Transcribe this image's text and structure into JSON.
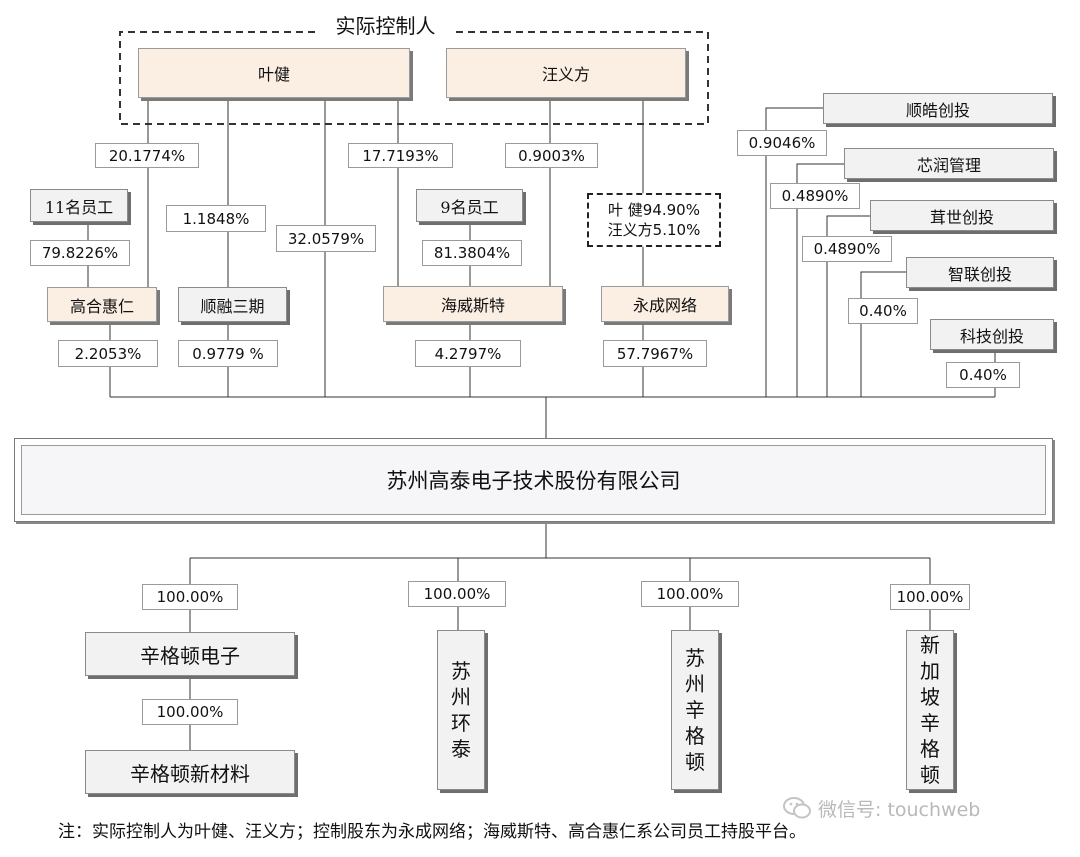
{
  "title": "实际控制人",
  "controllers": {
    "ye_jian": "叶健",
    "wang_yifang": "汪义方"
  },
  "shareholders": {
    "eleven_staff": "11名员工",
    "nine_staff": "9名员工",
    "gaohe": "高合惠仁",
    "shunrong": "顺融三期",
    "haiweisite": "海威斯特",
    "yongcheng": "永成网络",
    "yongcheng_holders": [
      "叶 健94.90%",
      "汪义方5.10%"
    ],
    "shunhao": "顺皓创投",
    "xinrun": "芯润管理",
    "qianshi": "茸世创投",
    "zhilian": "智联创投",
    "keji": "科技创投"
  },
  "percentages": {
    "ye_gaohe": "20.1774%",
    "ye_shunrong": "1.1848%",
    "ye_company": "32.0579%",
    "ye_haiwei": "17.7193%",
    "wang_haiwei": "0.9003%",
    "staff11_gaohe": "79.8226%",
    "staff9_haiwei": "81.3804%",
    "gaohe_company": "2.2053%",
    "shunrong_company": "0.9779 %",
    "haiwei_company": "4.2797%",
    "yongcheng_company": "57.7967%",
    "shunhao_company": "0.9046%",
    "xinrun_company": "0.4890%",
    "qianshi_company": "0.4890%",
    "zhilian_company": "0.40%",
    "keji_company": "0.40%"
  },
  "company": "苏州高泰电子技术股份有限公司",
  "subsidiaries": {
    "xingedun": {
      "name": "辛格顿电子",
      "pct": "100.00%"
    },
    "xingedun_material": {
      "name": "辛格顿新材料",
      "pct": "100.00%"
    },
    "suzhou_huantai": {
      "chars": [
        "苏",
        "州",
        "环",
        "泰"
      ],
      "pct": "100.00%"
    },
    "suzhou_xingedun": {
      "chars": [
        "苏",
        "州",
        "辛",
        "格",
        "顿"
      ],
      "pct": "100.00%"
    },
    "singapore_xingedun": {
      "chars": [
        "新",
        "加",
        "坡",
        "辛",
        "格",
        "顿"
      ],
      "pct": "100.00%"
    }
  },
  "note": "注：实际控制人为叶健、汪义方；控制股东为永成网络；海威斯特、高合惠仁系公司员工持股平台。",
  "watermark": "微信号: touchweb"
}
